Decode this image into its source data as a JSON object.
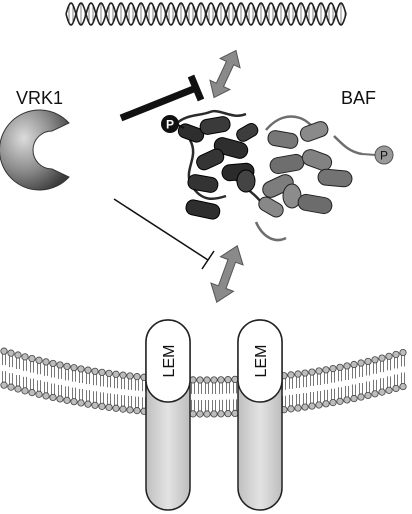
{
  "labels": {
    "vrk1": "VRK1",
    "baf": "BAF",
    "phospho": "P",
    "lem": "LEM"
  },
  "colors": {
    "dark": "#2b2b2b",
    "mid": "#6e6e6e",
    "light": "#d3d3d3",
    "arrow": "#8a8a8a",
    "bead": "#bdbdbd"
  },
  "icons": {
    "dna": "dna-helix-icon",
    "kinase": "pacman-kinase-icon",
    "inhibition": "t-bar-inhibition-icon",
    "binding": "double-headed-arrow-icon"
  }
}
